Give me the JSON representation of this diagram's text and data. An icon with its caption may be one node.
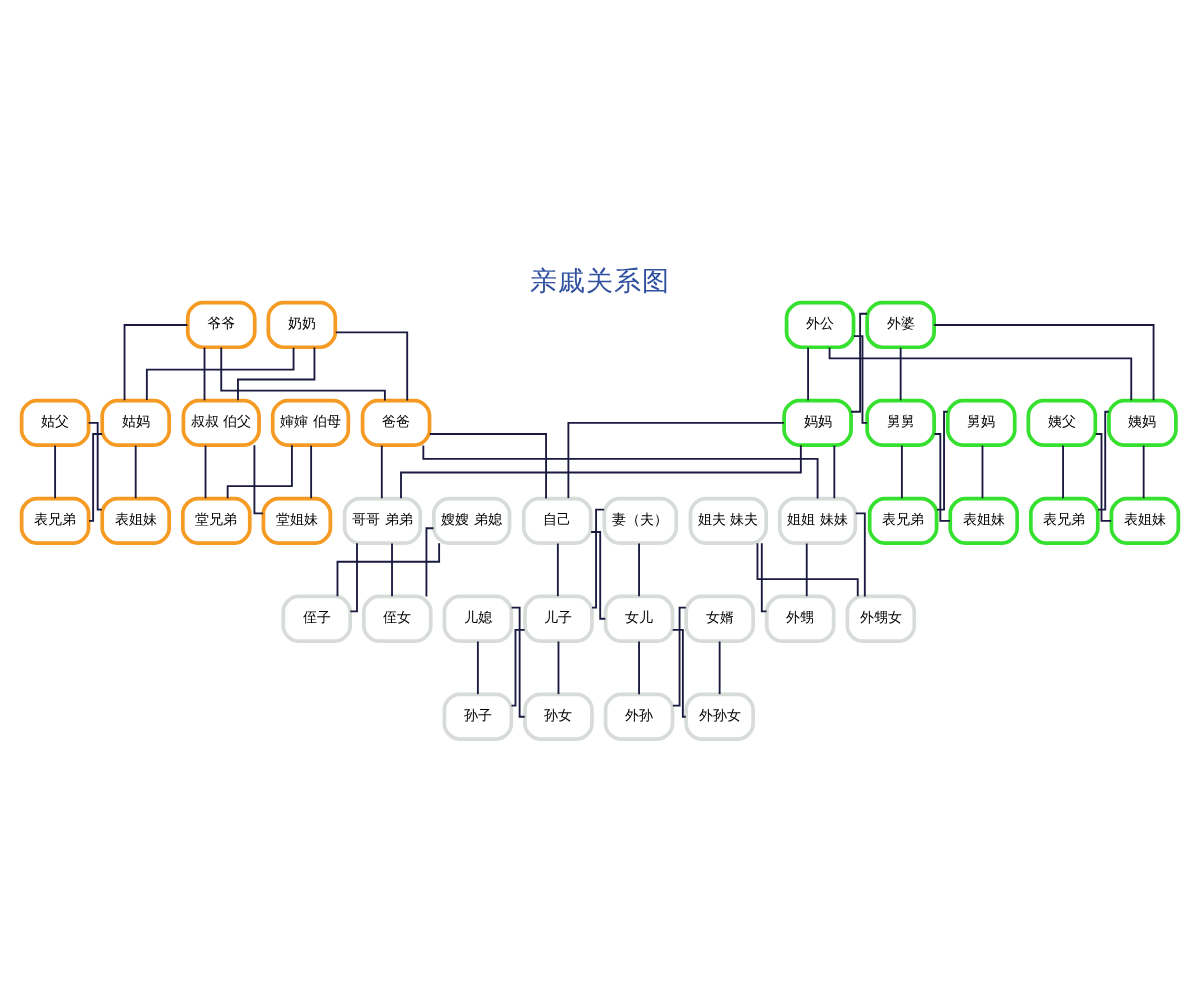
{
  "diagram": {
    "title": "亲戚关系图",
    "nodes": [
      {
        "text": [
          "爷爷"
        ]
      },
      {
        "text": [
          "奶奶"
        ]
      },
      {
        "text": [
          "外公"
        ]
      },
      {
        "text": [
          "外婆"
        ]
      },
      {
        "text": [
          "姑父"
        ]
      },
      {
        "text": [
          "姑妈"
        ]
      },
      {
        "text": [
          "叔叔 伯父"
        ]
      },
      {
        "text": [
          "婶婶 伯母"
        ]
      },
      {
        "text": [
          "爸爸"
        ]
      },
      {
        "text": [
          "妈妈"
        ]
      },
      {
        "text": [
          "舅舅"
        ]
      },
      {
        "text": [
          "舅妈"
        ]
      },
      {
        "text": [
          "姨父"
        ]
      },
      {
        "text": [
          "姨妈"
        ]
      },
      {
        "text": [
          "表兄弟"
        ]
      },
      {
        "text": [
          "表姐妹"
        ]
      },
      {
        "text": [
          "堂兄弟"
        ]
      },
      {
        "text": [
          "堂姐妹"
        ]
      },
      {
        "text": [
          "哥哥 弟弟"
        ]
      },
      {
        "text": [
          "嫂嫂 弟媳"
        ]
      },
      {
        "text": [
          "自己"
        ]
      },
      {
        "text": [
          "妻（夫）"
        ]
      },
      {
        "text": [
          "姐夫 妹夫"
        ]
      },
      {
        "text": [
          "姐姐 妹妹"
        ]
      },
      {
        "text": [
          "表兄弟"
        ]
      },
      {
        "text": [
          "表姐妹"
        ]
      },
      {
        "text": [
          "表兄弟"
        ]
      },
      {
        "text": [
          "表姐妹"
        ]
      },
      {
        "text": [
          "侄子"
        ]
      },
      {
        "text": [
          "侄女"
        ]
      },
      {
        "text": [
          "儿媳"
        ]
      },
      {
        "text": [
          "儿子"
        ]
      },
      {
        "text": [
          "女儿"
        ]
      },
      {
        "text": [
          "女婿"
        ]
      },
      {
        "text": [
          "外甥"
        ]
      },
      {
        "text": [
          "外甥女"
        ]
      },
      {
        "text": [
          "孙子"
        ]
      },
      {
        "text": [
          "孙女"
        ]
      },
      {
        "text": [
          "外孙"
        ]
      },
      {
        "text": [
          "外孙女"
        ]
      }
    ],
    "edges": [
      {
        "from": 0,
        "to": 5,
        "arrow": "none"
      },
      {
        "from": 1,
        "to": 5,
        "arrow": "none"
      },
      {
        "from": 0,
        "to": 6,
        "arrow": "none"
      },
      {
        "from": 1,
        "to": 6,
        "arrow": "none"
      },
      {
        "from": 0,
        "to": 8,
        "arrow": "none"
      },
      {
        "from": 1,
        "to": 8,
        "arrow": "none"
      },
      {
        "from": 2,
        "to": 9,
        "arrow": "none"
      },
      {
        "from": 3,
        "to": 9,
        "arrow": "none"
      },
      {
        "from": 2,
        "to": 10,
        "arrow": "none"
      },
      {
        "from": 3,
        "to": 10,
        "arrow": "none"
      },
      {
        "from": 2,
        "to": 13,
        "arrow": "none"
      },
      {
        "from": 3,
        "to": 13,
        "arrow": "none"
      },
      {
        "from": 4,
        "to": 14,
        "arrow": "none"
      },
      {
        "from": 5,
        "to": 14,
        "arrow": "none"
      },
      {
        "from": 4,
        "to": 15,
        "arrow": "none"
      },
      {
        "from": 5,
        "to": 15,
        "arrow": "none"
      },
      {
        "from": 6,
        "to": 16,
        "arrow": "none"
      },
      {
        "from": 7,
        "to": 16,
        "arrow": "none"
      },
      {
        "from": 6,
        "to": 17,
        "arrow": "none"
      },
      {
        "from": 7,
        "to": 17,
        "arrow": "none"
      },
      {
        "from": 8,
        "to": 18,
        "arrow": "none"
      },
      {
        "from": 9,
        "to": 18,
        "arrow": "none"
      },
      {
        "from": 8,
        "to": 20,
        "arrow": "none"
      },
      {
        "from": 9,
        "to": 20,
        "arrow": "none"
      },
      {
        "from": 8,
        "to": 23,
        "arrow": "none"
      },
      {
        "from": 9,
        "to": 23,
        "arrow": "none"
      },
      {
        "from": 10,
        "to": 24,
        "arrow": "none"
      },
      {
        "from": 11,
        "to": 24,
        "arrow": "none"
      },
      {
        "from": 10,
        "to": 25,
        "arrow": "none"
      },
      {
        "from": 11,
        "to": 25,
        "arrow": "none"
      },
      {
        "from": 12,
        "to": 26,
        "arrow": "none"
      },
      {
        "from": 13,
        "to": 26,
        "arrow": "none"
      },
      {
        "from": 12,
        "to": 27,
        "arrow": "none"
      },
      {
        "from": 13,
        "to": 27,
        "arrow": "none"
      },
      {
        "from": 18,
        "to": 28,
        "arrow": "none"
      },
      {
        "from": 19,
        "to": 28,
        "arrow": "none"
      },
      {
        "from": 18,
        "to": 29,
        "arrow": "none"
      },
      {
        "from": 19,
        "to": 29,
        "arrow": "none"
      },
      {
        "from": 20,
        "to": 31,
        "arrow": "none"
      },
      {
        "from": 21,
        "to": 31,
        "arrow": "none"
      },
      {
        "from": 20,
        "to": 32,
        "arrow": "none"
      },
      {
        "from": 21,
        "to": 32,
        "arrow": "none"
      },
      {
        "from": 22,
        "to": 34,
        "arrow": "none"
      },
      {
        "from": 23,
        "to": 34,
        "arrow": "none"
      },
      {
        "from": 22,
        "to": 35,
        "arrow": "none"
      },
      {
        "from": 23,
        "to": 35,
        "arrow": "none"
      },
      {
        "from": 30,
        "to": 36,
        "arrow": "none"
      },
      {
        "from": 31,
        "to": 36,
        "arrow": "none"
      },
      {
        "from": 30,
        "to": 37,
        "arrow": "none"
      },
      {
        "from": 31,
        "to": 37,
        "arrow": "none"
      },
      {
        "from": 32,
        "to": 38,
        "arrow": "none"
      },
      {
        "from": 33,
        "to": 38,
        "arrow": "none"
      },
      {
        "from": 32,
        "to": 39,
        "arrow": "none"
      },
      {
        "from": 33,
        "to": 39,
        "arrow": "none"
      }
    ]
  }
}
